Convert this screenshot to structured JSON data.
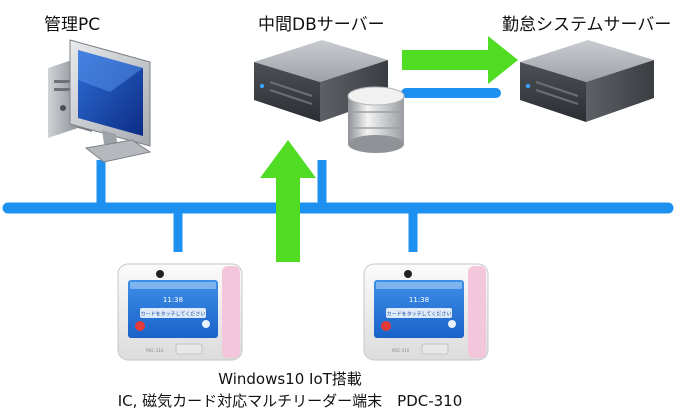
{
  "nodes": {
    "admin_pc": "管理PC",
    "middle_db_server": "中間DBサーバー",
    "attendance_server": "勤怠システムサーバー"
  },
  "terminal": {
    "time": "11:38",
    "prompt": "カードをタッチしてください",
    "badge": "PDC-310"
  },
  "caption": {
    "line1": "Windows10 IoT搭載",
    "line2": "IC, 磁気カード対応マルチリーダー端末　PDC-310"
  },
  "colors": {
    "network": "#1e90f0",
    "arrow": "#4fdc22"
  }
}
